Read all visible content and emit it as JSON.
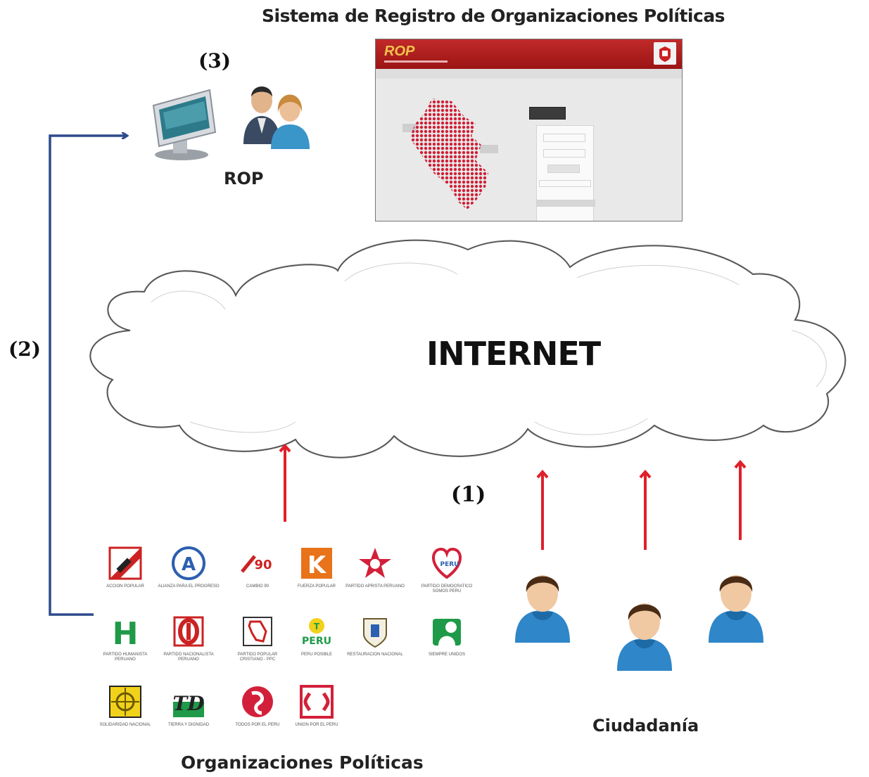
{
  "title": "Sistema de Registro de Organizaciones Políticas",
  "cloud_label": "INTERNET",
  "rop": {
    "step": "(3)",
    "label": "ROP"
  },
  "step2": "(2)",
  "step1": "(1)",
  "citizens_label": "Ciudadanía",
  "parties_label": "Organizaciones Políticas",
  "screen": {
    "app_title": "ROP",
    "logo_icon": "national-shield-icon"
  },
  "colors": {
    "flow_arrow": "#2e4a8c",
    "upload_arrow": "#e0202a",
    "rop_red": "#a81a1a",
    "person_shirt": "#2f86c8"
  },
  "parties": [
    {
      "name": "Accion Popular",
      "icon": "ap-pencil-logo-icon"
    },
    {
      "name": "Alianza para el Progreso",
      "icon": "app-a-logo-icon"
    },
    {
      "name": "Cambio 90",
      "icon": "cambio90-logo-icon"
    },
    {
      "name": "Fuerza Popular",
      "icon": "k-logo-icon"
    },
    {
      "name": "Partido Aprista Peruano",
      "icon": "apra-star-logo-icon"
    },
    {
      "name": "Partido Democratico Somos Peru",
      "icon": "somos-peru-heart-logo-icon"
    },
    {
      "name": "Partido Humanista Peruano",
      "icon": "h-logo-icon"
    },
    {
      "name": "Partido Nacionalista Peruano",
      "icon": "pnp-logo-icon"
    },
    {
      "name": "Partido Popular Cristiano - PPC",
      "icon": "ppc-map-logo-icon"
    },
    {
      "name": "Peru Posible",
      "icon": "peru-posible-logo-icon"
    },
    {
      "name": "Restauracion Nacional",
      "icon": "restauracion-logo-icon"
    },
    {
      "name": "Siempre Unidos",
      "icon": "siempre-unidos-logo-icon"
    },
    {
      "name": "Solidaridad Nacional",
      "icon": "solidaridad-sun-logo-icon"
    },
    {
      "name": "Tierra y Dignidad",
      "icon": "td-logo-icon"
    },
    {
      "name": "Todos por el Peru",
      "icon": "todos-por-el-peru-logo-icon"
    },
    {
      "name": "Union por el Peru",
      "icon": "upp-logo-icon"
    }
  ]
}
